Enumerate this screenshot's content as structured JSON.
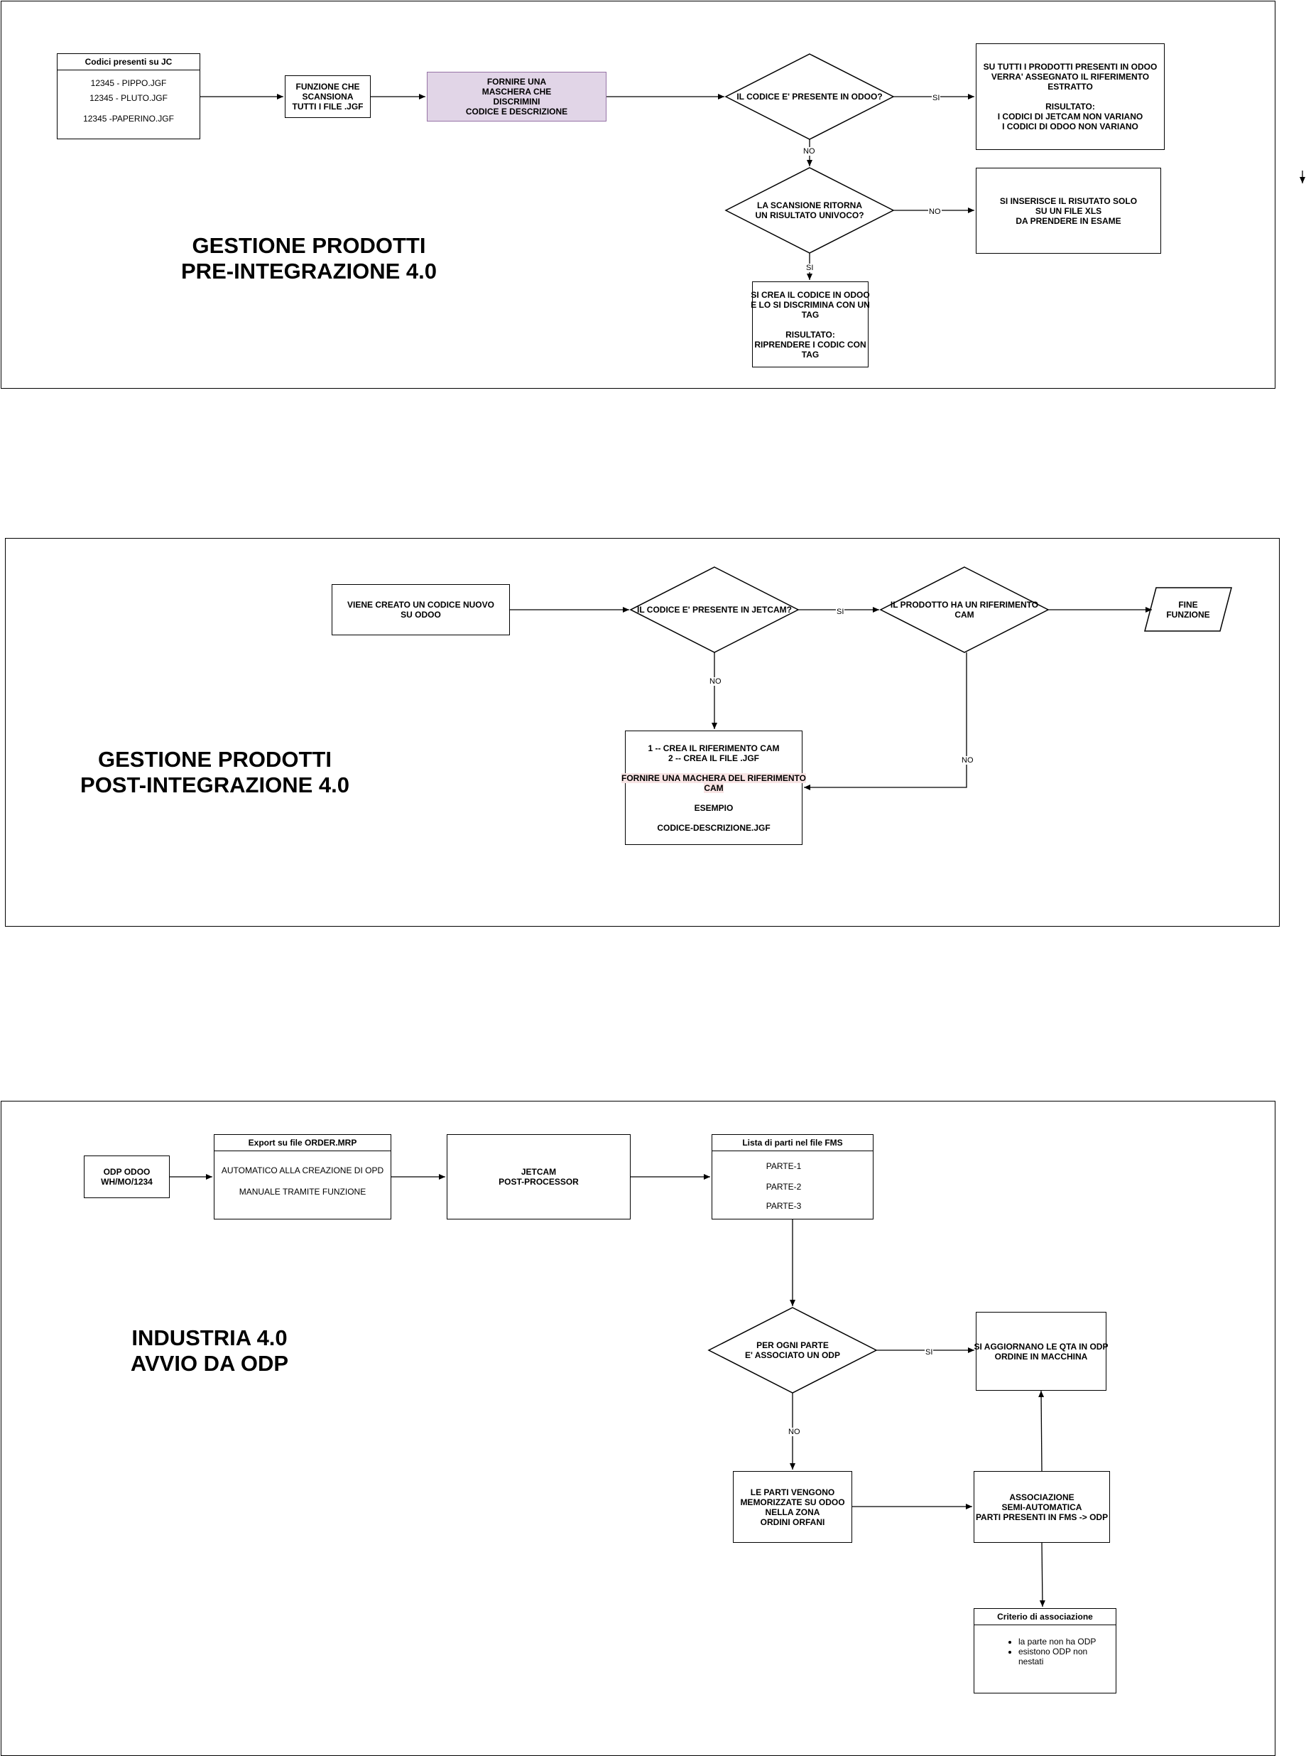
{
  "colors": {
    "stroke": "#000000",
    "background": "#ffffff",
    "highlight_fill": "#e1d5e7",
    "highlight_stroke": "#9673a6",
    "text_highlight": "#f8e4e4"
  },
  "sections": [
    {
      "title_lines": [
        "GESTIONE PRODOTTI",
        "PRE-INTEGRAZIONE 4.0"
      ],
      "codici": {
        "header": "Codici presenti su JC",
        "items": [
          "12345 - PIPPO.JGF",
          "12345 - PLUTO.JGF",
          "12345 -PAPERINO.JGF"
        ]
      },
      "funzione": [
        "FUNZIONE CHE",
        "SCANSIONA",
        "TUTTI I FILE .JGF"
      ],
      "maschera": [
        "FORNIRE UNA",
        "MASCHERA CHE",
        "DISCRIMINI",
        "CODICE E DESCRIZIONE"
      ],
      "decision_odoo": [
        "IL CODICE E' PRESENTE IN ODOO?"
      ],
      "result_yes": [
        "SU TUTTI I PRODOTTI PRESENTI IN ODOO",
        "VERRA' ASSEGNATO IL RIFERIMENTO",
        "ESTRATTO",
        "",
        "RISULTATO:",
        "I CODICI DI JETCAM NON VARIANO",
        "I CODICI DI ODOO NON VARIANO"
      ],
      "decision_univoco": [
        "LA SCANSIONE RITORNA",
        "UN RISULTATO UNIVOCO?"
      ],
      "xls": [
        "SI INSERISCE IL RISUTATO SOLO",
        "SU UN FILE XLS",
        "DA PRENDERE IN ESAME"
      ],
      "crea_codice": [
        "SI CREA IL CODICE IN ODOO",
        "E LO SI DISCRIMINA CON UN",
        "TAG",
        "",
        "RISULTATO:",
        "RIPRENDERE I CODIC CON",
        "TAG"
      ],
      "labels": {
        "si_1": "SI",
        "no_1": "NO",
        "no_2": "NO",
        "si_2": "SI"
      }
    },
    {
      "title_lines": [
        "GESTIONE PRODOTTI",
        "POST-INTEGRAZIONE 4.0"
      ],
      "nuovo_codice": [
        "VIENE CREATO UN CODICE NUOVO",
        "SU ODOO"
      ],
      "decision_jetcam": [
        "IL CODICE E' PRESENTE IN JETCAM?"
      ],
      "decision_rif": [
        "IL PRODOTTO HA UN RIFERIMENTO",
        "CAM"
      ],
      "fine": [
        "FINE",
        "FUNZIONE"
      ],
      "crea_rif": {
        "line1": "1 -- CREA IL RIFERIMENTO CAM",
        "line2": "2 -- CREA IL FILE .JGF",
        "hl1": "FORNIRE UNA MACHERA DEL RIFERIMENTO",
        "hl2": "CAM",
        "line3": "ESEMPIO",
        "line4": "CODICE-DESCRIZIONE.JGF"
      },
      "labels": {
        "si": "SI",
        "no_1": "NO",
        "no_2": "NO"
      }
    },
    {
      "title_lines": [
        "INDUSTRIA 4.0",
        "AVVIO DA ODP"
      ],
      "odp": [
        "ODP ODOO",
        "WH/MO/1234"
      ],
      "export": {
        "header": "Export su file ORDER.MRP",
        "items": [
          "AUTOMATICO ALLA CREAZIONE DI OPD",
          "MANUALE TRAMITE FUNZIONE"
        ]
      },
      "jetcam": [
        "JETCAM",
        "POST-PROCESSOR"
      ],
      "lista": {
        "header": "Lista di parti nel file FMS",
        "items": [
          "PARTE-1",
          "PARTE-2",
          "PARTE-3"
        ]
      },
      "decision_parte": [
        "PER OGNI PARTE",
        "E' ASSOCIATO UN ODP"
      ],
      "aggiornano": [
        "SI AGGIORNANO LE QTA IN ODP",
        "ORDINE IN MACCHINA"
      ],
      "memorizzate": [
        "LE PARTI VENGONO",
        "MEMORIZZATE SU ODOO",
        "NELLA ZONA",
        "ORDINI ORFANI"
      ],
      "associazione": [
        "ASSOCIAZIONE",
        "SEMI-AUTOMATICA",
        "PARTI PRESENTI IN FMS -> ODP"
      ],
      "criterio": {
        "header": "Criterio di associazione",
        "items": [
          "la parte non ha ODP",
          "esistono ODP non nestati"
        ]
      },
      "labels": {
        "si": "SI",
        "no": "NO"
      }
    }
  ]
}
